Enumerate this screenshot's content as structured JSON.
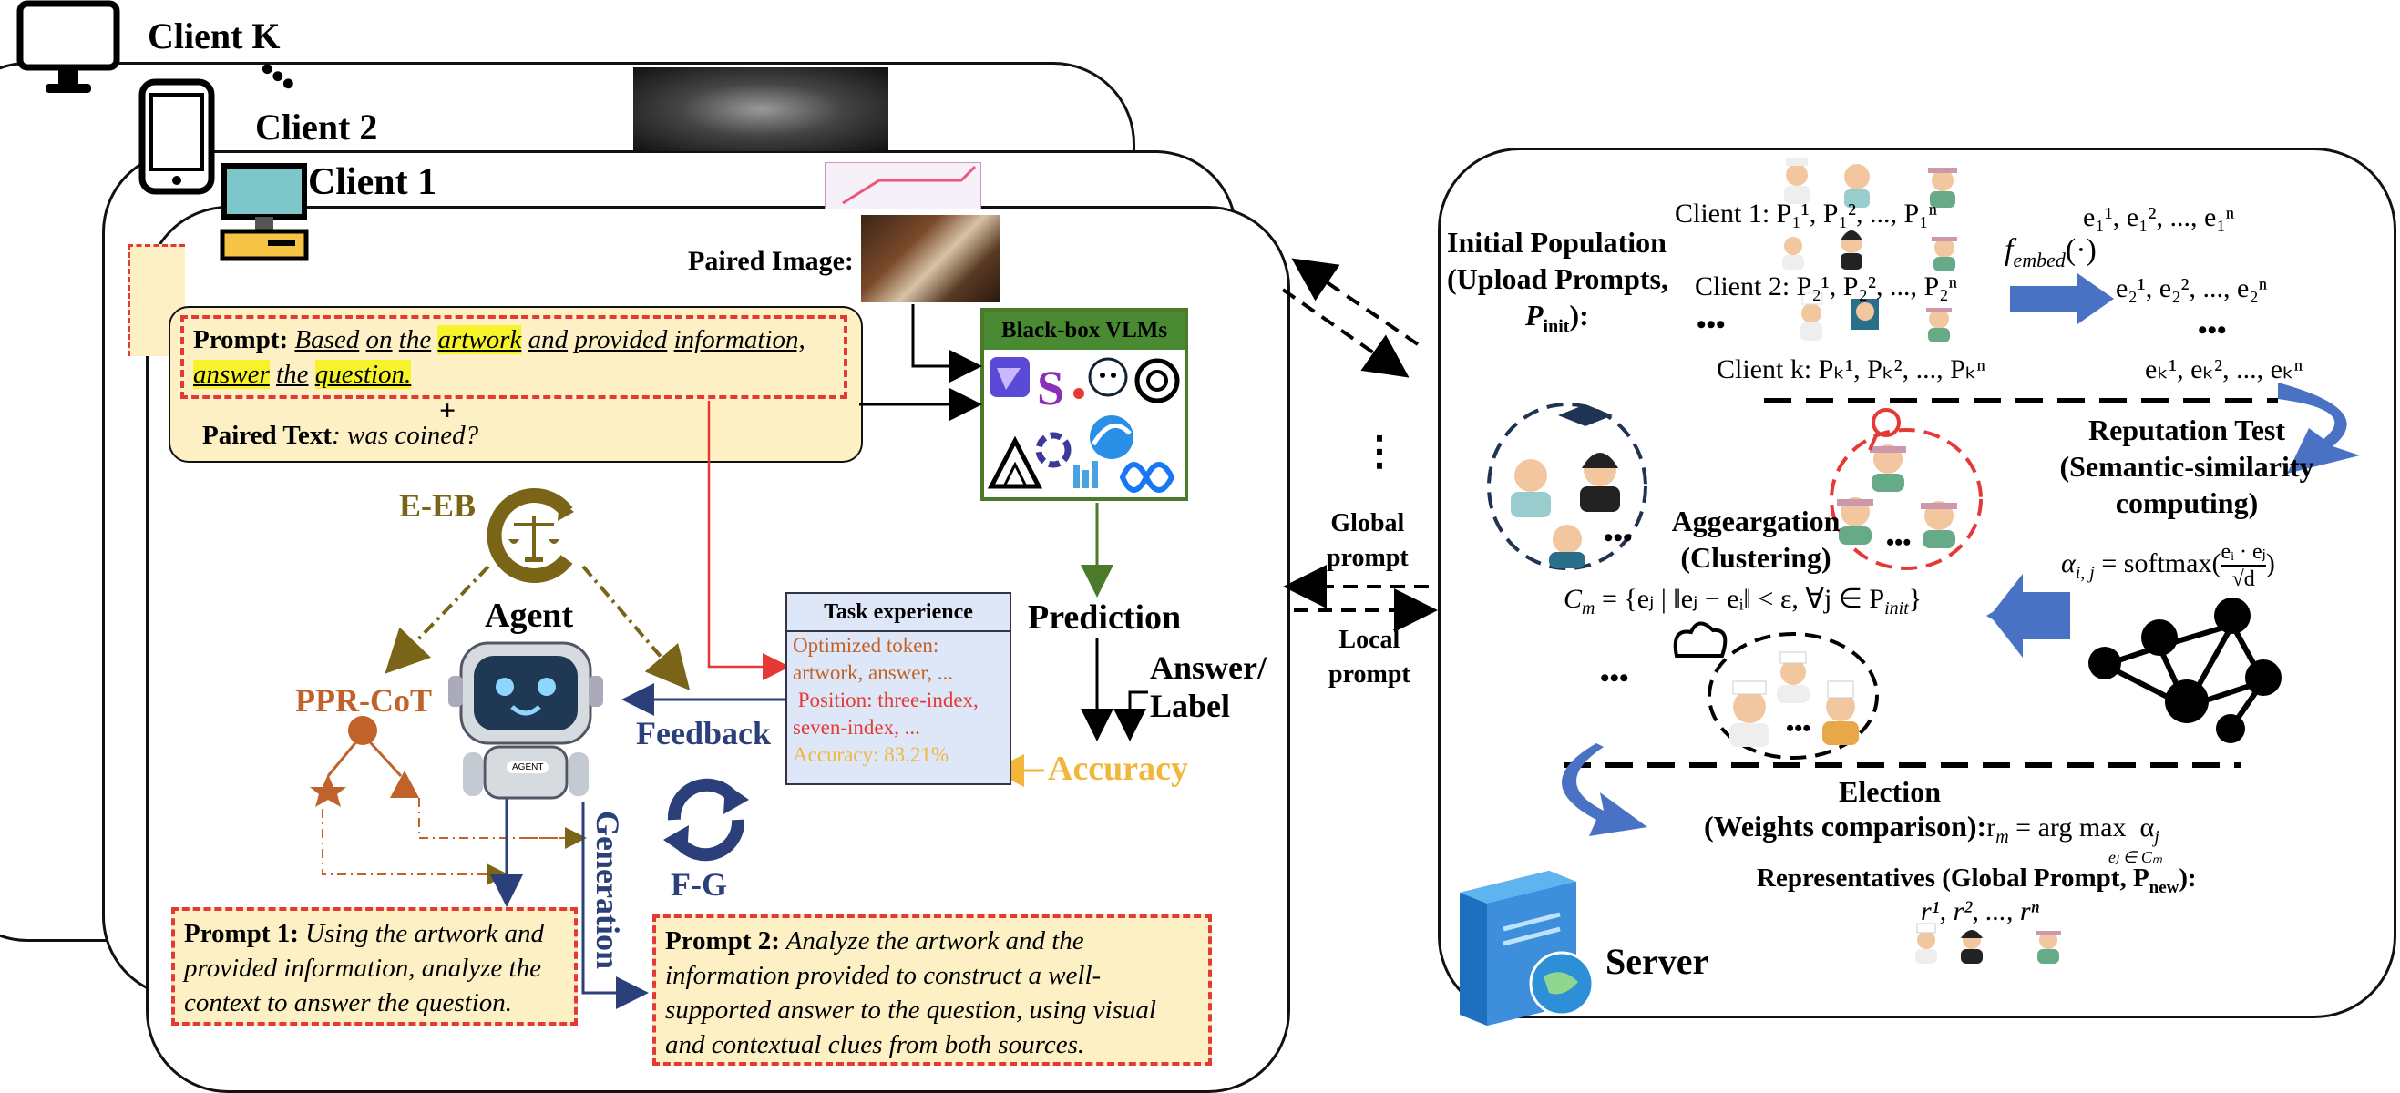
{
  "clients": {
    "k": "Client K",
    "two": "Client 2",
    "one": "Client 1"
  },
  "paired_image_label": "Paired Image:",
  "prompt": {
    "label": "Prompt:",
    "words": [
      "Based",
      "on",
      "the",
      "artwork",
      "and",
      "provided",
      "information,",
      "answer",
      "the",
      "question."
    ],
    "paired_text_label": "Paired Text",
    "paired_text_value": ": was coined?",
    "plus": "+"
  },
  "vlm": {
    "title": "Black-box VLMs",
    "logo_letter": "S"
  },
  "eeb": "E-EB",
  "agent": "Agent",
  "agent_badge": "AGENT",
  "pprcot": "PPR-CoT",
  "feedback": "Feedback",
  "generation": "Generation",
  "fg": "F-G",
  "prediction": "Prediction",
  "answer_label": "Answer/\nLabel",
  "accuracy": "Accuracy",
  "task_experience": {
    "title": "Task experience",
    "l1": "Optimized token:",
    "l2": "artwork, answer, ...",
    "l3": " Position: three-index,",
    "l4": "seven-index, ...",
    "l5": "Accuracy: 83.21%"
  },
  "prompt1": {
    "label": "Prompt 1:",
    "text": " Using the artwork and provided information, analyze the context to answer the question."
  },
  "prompt2": {
    "label": "Prompt 2:",
    "text": " Analyze the artwork and the information provided to construct a well-supported answer to the question, using visual and contextual clues from both sources."
  },
  "comm": {
    "dots": "⋮",
    "global": "Global\nprompt",
    "local": "Local\nprompt"
  },
  "server": {
    "init_pop_l1": "Initial Population",
    "init_pop_l2": "(Upload Prompts,",
    "init_pop_l3": "P",
    "init_pop_sub": "init",
    "init_pop_end": "):",
    "client1": "Client 1: P₁¹,  P₁²,  ..., P₁ⁿ",
    "client2": "Client 2: P₂¹,  P₂²,  ..., P₂ⁿ",
    "clientk": "Client k: Pₖ¹,  Pₖ²,  ..., Pₖⁿ",
    "dots": "•••",
    "f_embed": "f",
    "f_embed_sub": "embed",
    "f_embed_arg": "(·)",
    "e1": "e₁¹,  e₁²,  ..., e₁ⁿ",
    "e2": "e₂¹,  e₂²,  ..., e₂ⁿ",
    "ek": "eₖ¹,  eₖ²,  ..., eₖⁿ",
    "reputation_l1": "Reputation Test",
    "reputation_l2": "(Semantic-similarity",
    "reputation_l3": "computing)",
    "alpha_formula": "α",
    "alpha_sub": "i, j",
    "alpha_rhs": "= softmax(",
    "alpha_num": "eᵢ · eⱼ",
    "alpha_den": "√d",
    "alpha_close": ")",
    "aggregation_l1": "Aggeargation",
    "aggregation_l2": "(Clustering)",
    "cluster_formula": "C",
    "cluster_sub": "m",
    "cluster_rhs": "= {eⱼ | ‖eⱼ − eᵢ‖ < ε, ∀j ∈ P",
    "cluster_rhs_sub": "init",
    "cluster_close": "}",
    "ellipsis": "•••",
    "election_l1": "Election",
    "election_l2": "(Weights comparison):",
    "election_formula": "r",
    "election_sub": "m",
    "election_rhs": " = arg max  α",
    "election_rhs_sub": "j",
    "election_under": "eⱼ ∈ Cₘ",
    "representatives": "Representatives (Global Prompt, P",
    "representatives_sub": "new",
    "representatives_end": "):",
    "r_list": "r¹,  r²,  ..., rⁿ",
    "server_label": "Server"
  },
  "colors": {
    "red": "#e53935",
    "olive": "#7a6418",
    "orange": "#c0622a",
    "navy": "#2b3f7a",
    "gold": "#f2b73a",
    "green_border": "#4a7a2a",
    "blue_arrow": "#4a72c4",
    "prompt_bg": "#fdf0c4",
    "task_bg": "#dde7f8"
  }
}
